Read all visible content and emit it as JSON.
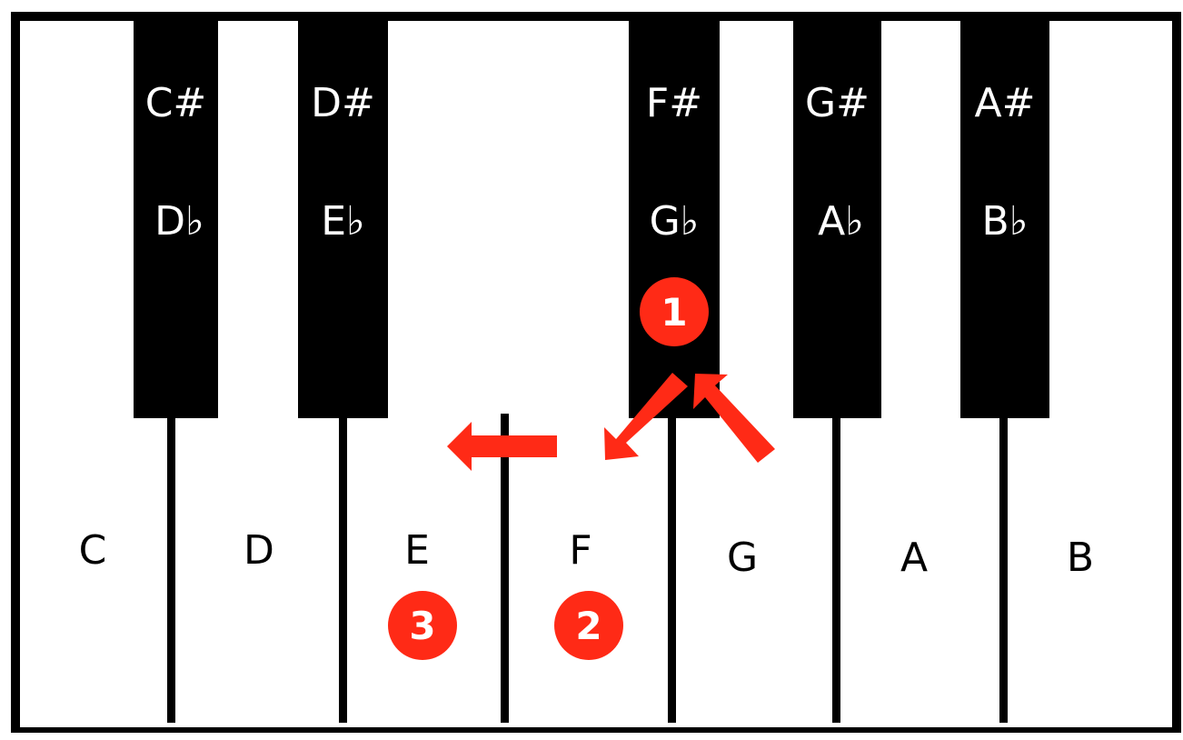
{
  "white_keys": [
    "C",
    "D",
    "E",
    "F",
    "G",
    "A",
    "B"
  ],
  "black_keys": [
    {
      "sharp": "C#",
      "flat": "D♭"
    },
    {
      "sharp": "D#",
      "flat": "E♭"
    },
    {
      "sharp": "F#",
      "flat": "G♭"
    },
    {
      "sharp": "G#",
      "flat": "A♭"
    },
    {
      "sharp": "A#",
      "flat": "B♭"
    }
  ],
  "steps": [
    "1",
    "2",
    "3"
  ],
  "colors": {
    "accent": "#ff2a16",
    "black_key": "#000000",
    "white_key": "#ffffff"
  }
}
